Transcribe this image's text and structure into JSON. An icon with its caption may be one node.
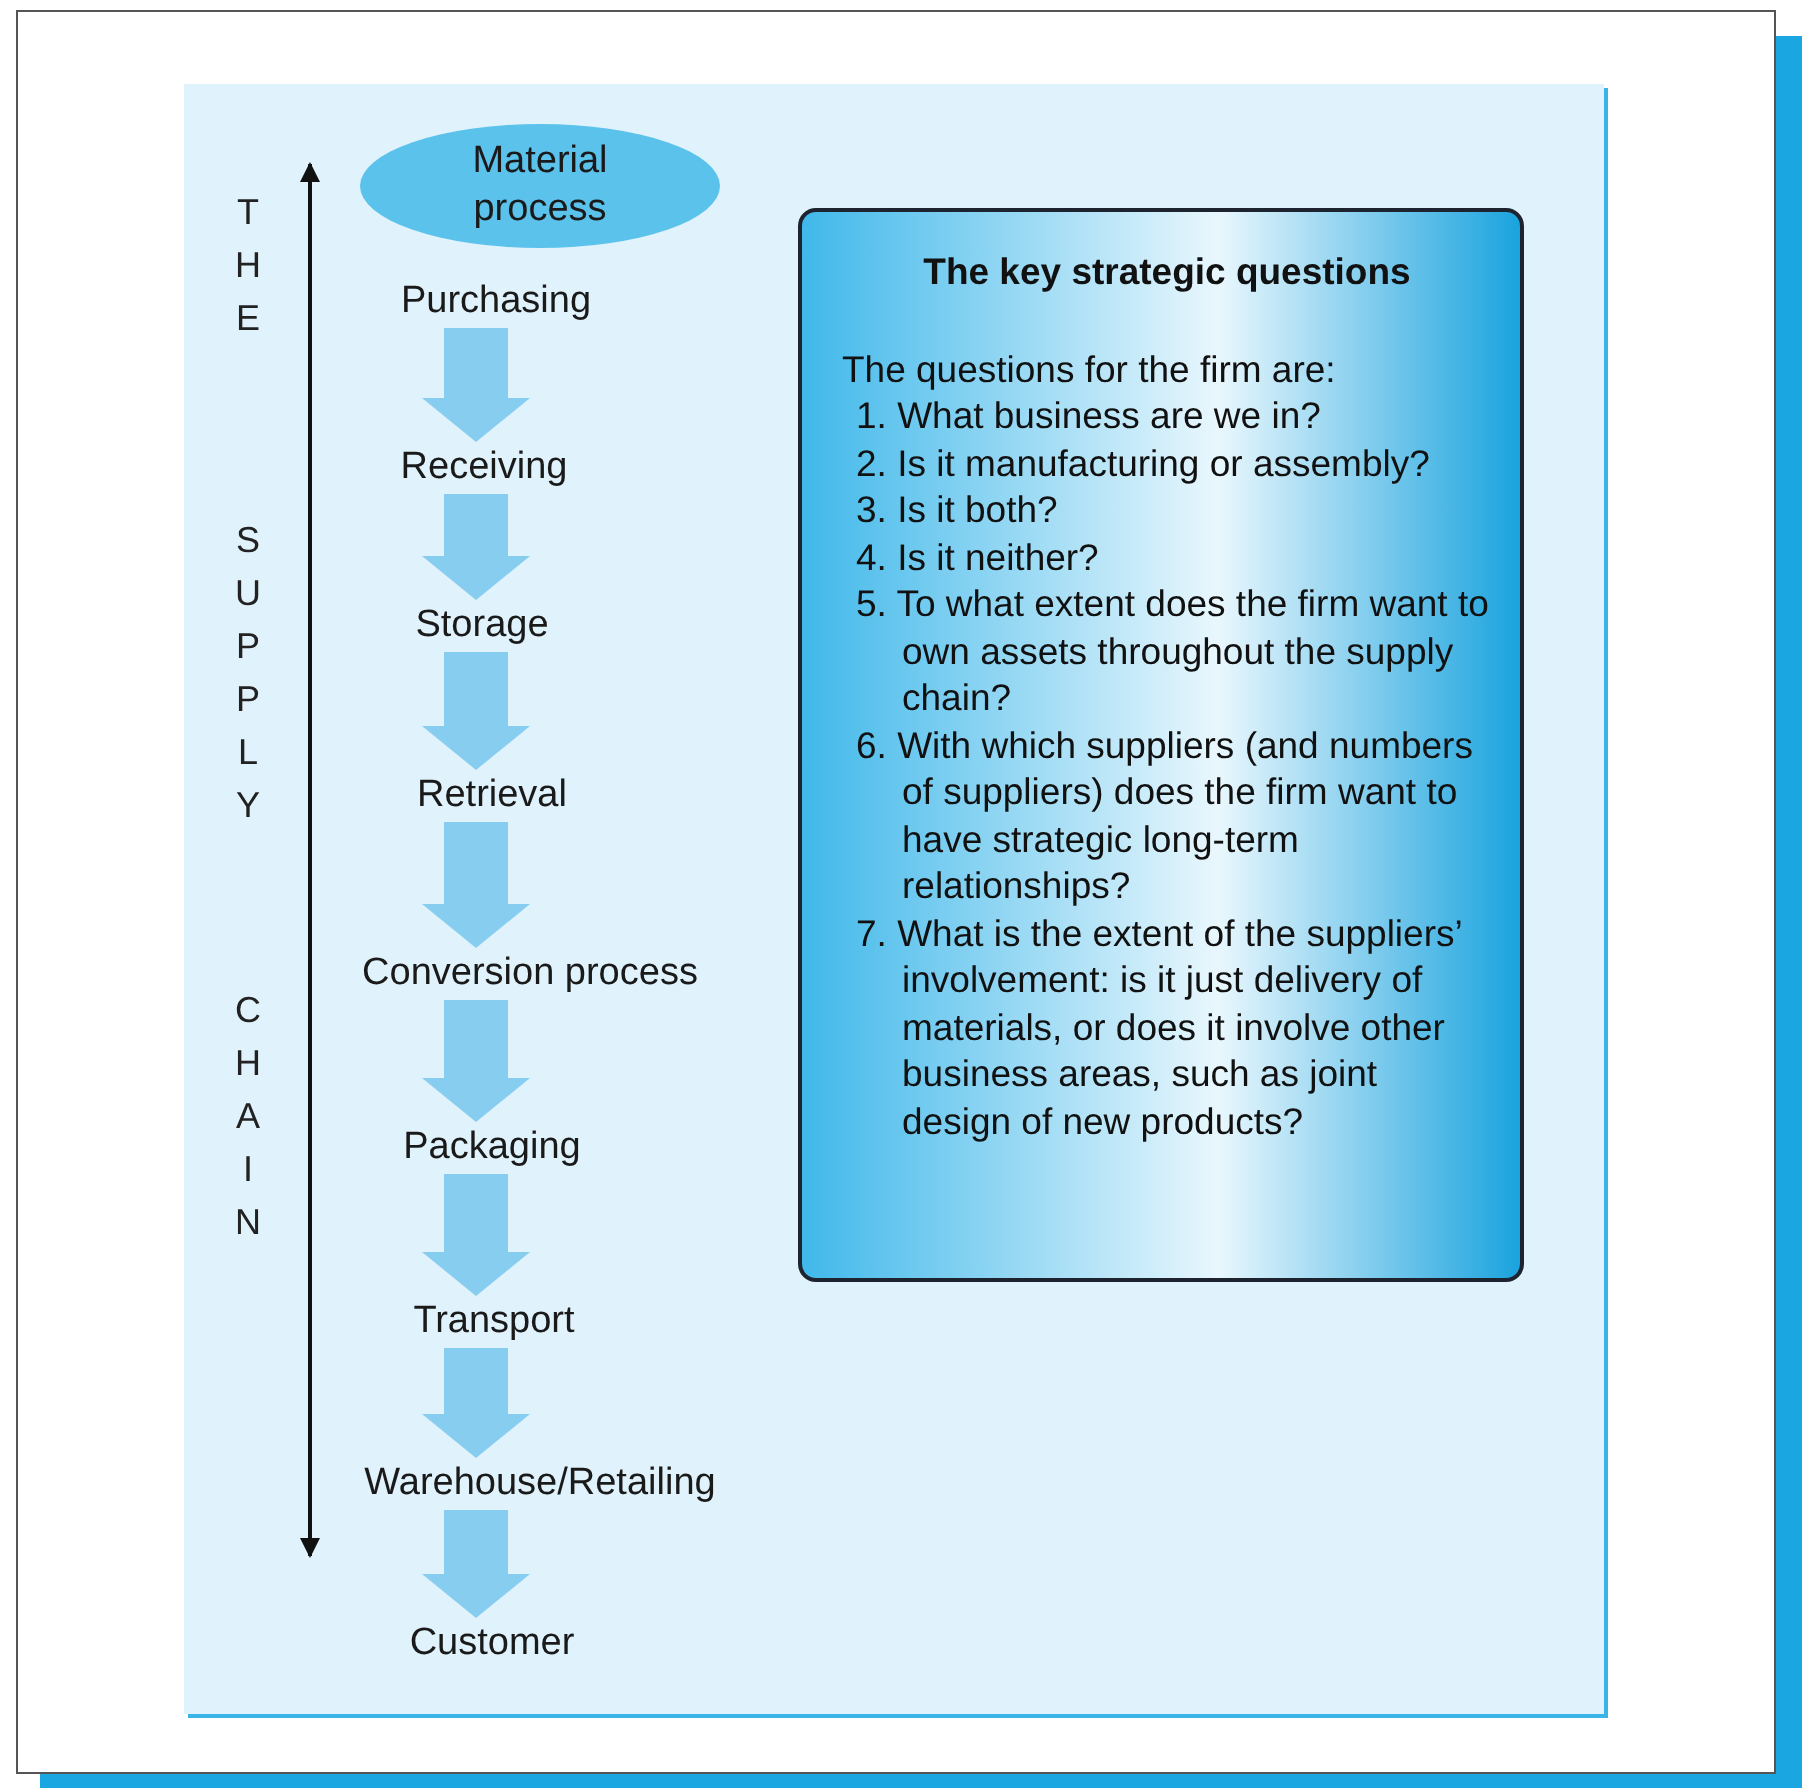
{
  "diagram": {
    "nodes": [
      {
        "text": [
          "Material process"
        ]
      },
      {
        "text": [
          "Purchasing"
        ]
      },
      {
        "text": [
          "Receiving"
        ]
      },
      {
        "text": [
          "Storage"
        ]
      },
      {
        "text": [
          "Retrieval"
        ]
      },
      {
        "text": [
          "Conversion process"
        ]
      },
      {
        "text": [
          "Packaging"
        ]
      },
      {
        "text": [
          "Transport"
        ]
      },
      {
        "text": [
          "Warehouse/Retailing"
        ]
      },
      {
        "text": [
          "Customer"
        ]
      },
      {
        "text": [
          "The key strategic questions",
          "The questions for the firm are:",
          "1. What business are we in?",
          "2. Is it manufacturing or assembly?",
          "3. Is it both?",
          "4. Is it neither?",
          "5. To what extent does the firm want to own assets throughout the supply chain?",
          "6. With which suppliers (and numbers of suppliers) does the firm want to have strategic long-term relationships?",
          "7. What is the extent of the suppliers’ involvement: is it just delivery of materials,  or does it involve other business areas, such as joint design of new products?"
        ]
      }
    ],
    "edges": [
      {
        "from": 1,
        "to": 2,
        "arrow": "to"
      },
      {
        "from": 2,
        "to": 3,
        "arrow": "to"
      },
      {
        "from": 3,
        "to": 4,
        "arrow": "to"
      },
      {
        "from": 4,
        "to": 5,
        "arrow": "to"
      },
      {
        "from": 5,
        "to": 6,
        "arrow": "to"
      },
      {
        "from": 6,
        "to": 7,
        "arrow": "to"
      },
      {
        "from": 7,
        "to": 8,
        "arrow": "to"
      },
      {
        "from": 8,
        "to": 9,
        "arrow": "to"
      }
    ],
    "labels": [
      "THE",
      "SUPPLY",
      "CHAIN"
    ]
  }
}
